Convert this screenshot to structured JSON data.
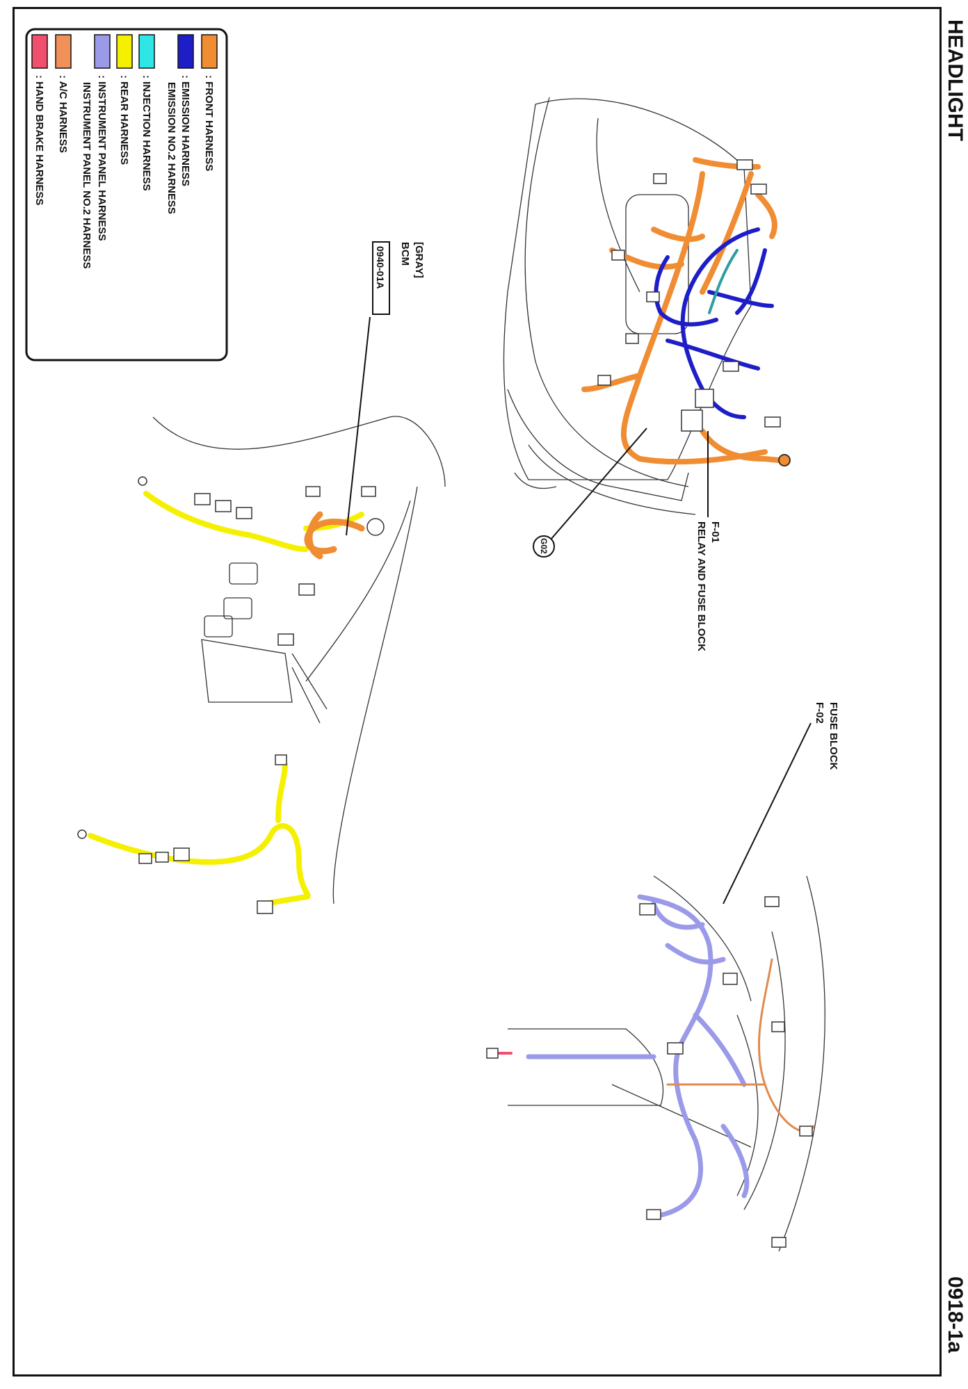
{
  "page": {
    "title": "HEADLIGHT",
    "code": "0918-1a"
  },
  "legend": {
    "items": [
      {
        "label": ": FRONT HARNESS",
        "color": "#F08C32"
      },
      {
        "label": ": EMISSION HARNESS",
        "label2": "EMISSION NO.2 HARNESS",
        "color": "#1E1EC8"
      },
      {
        "label": ": INJECTION HARNESS",
        "color": "#2EE6E6"
      },
      {
        "label": ": REAR HARNESS",
        "color": "#F5F000"
      },
      {
        "label": ": INSTRUMENT PANEL HARNESS",
        "label2": "INSTRUMENT PANEL NO.2 HARNESS",
        "color": "#9A9AE8"
      },
      {
        "label": ": A/C HARNESS",
        "color": "#F2905A"
      },
      {
        "label": ": HAND BRAKE HARNESS",
        "color": "#F0506E"
      }
    ]
  },
  "callouts": {
    "bcm_color": "[GRAY]",
    "bcm_name": "BCM",
    "bcm_connector": "0940-01A",
    "relay_id": "F-01",
    "relay_name": "RELAY AND FUSE BLOCK",
    "ground": "G02",
    "fuse_name": "FUSE BLOCK",
    "fuse_id": "F-02"
  }
}
